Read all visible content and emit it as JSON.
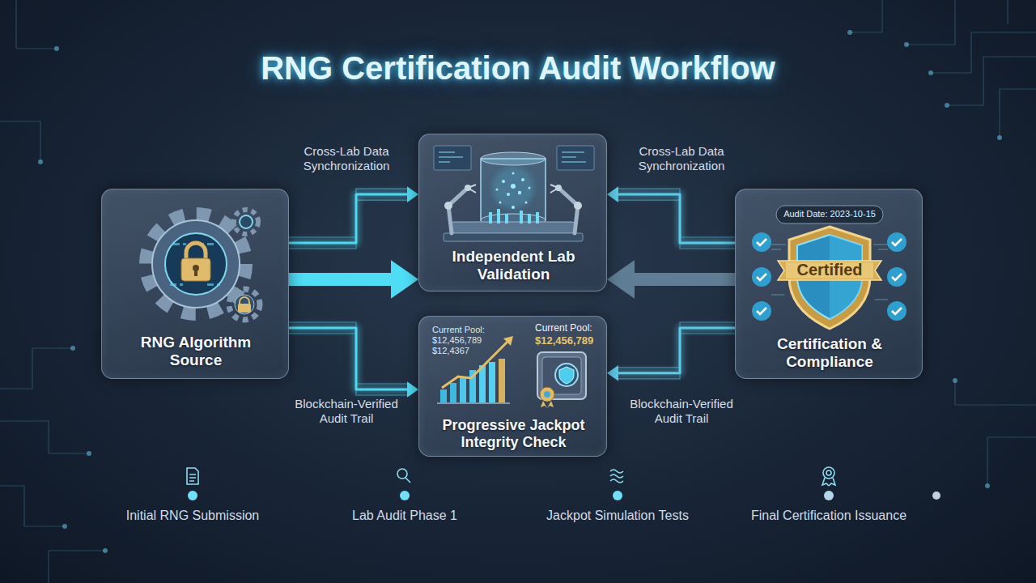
{
  "diagram": {
    "title": "RNG Certification Audit Workflow",
    "nodes": [
      {
        "text": [
          "RNG Algorithm Source"
        ]
      },
      {
        "text": [
          "Independent Lab Validation"
        ]
      },
      {
        "text": [
          "Current Pool:",
          "$12,456,789",
          "$12,4367",
          "Current Pool:",
          "$12,456,789",
          "Progressive Jackpot Integrity Check"
        ]
      },
      {
        "text": [
          "Audit Date: 2023-10-15",
          "Certified",
          "Certification & Compliance"
        ]
      }
    ],
    "edges": [
      {
        "from": 0,
        "to": 1,
        "label": "Cross-Lab Data Synchronization",
        "arrow": "to"
      },
      {
        "from": 0,
        "to": 1,
        "arrow": "to"
      },
      {
        "from": 0,
        "to": 2,
        "label": "Blockchain-Verified Audit Trail",
        "arrow": "to"
      },
      {
        "from": 3,
        "to": 1,
        "label": "Cross-Lab Data Synchronization",
        "arrow": "to"
      },
      {
        "from": 3,
        "to": 1,
        "arrow": "to"
      },
      {
        "from": 3,
        "to": 2,
        "label": "Blockchain-Verified Audit Trail",
        "arrow": "to"
      }
    ],
    "labels": [
      "Initial RNG Submission",
      "Lab Audit Phase 1",
      "Jackpot Simulation Tests",
      "Final Certification Issuance"
    ]
  }
}
